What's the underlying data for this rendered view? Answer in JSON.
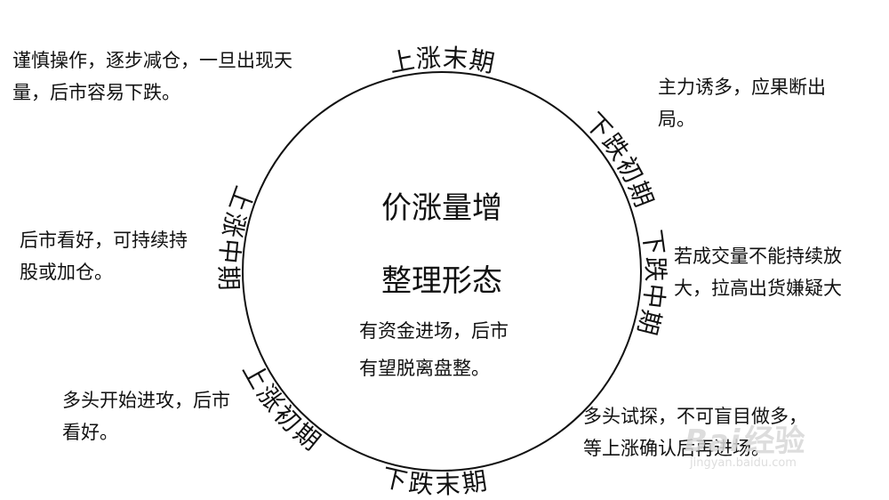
{
  "center": {
    "line1": "价涨量增",
    "line2": "整理形态",
    "desc1": "有资金进场，后市",
    "desc2": "有望脱离盘整。"
  },
  "stages": [
    "上涨末期",
    "下跌初期",
    "下跌中期",
    "下跌末期",
    "上涨初期",
    "上涨中期"
  ],
  "notes": {
    "top_left": [
      "谨慎操作，逐步减仓，一旦出现天",
      "量，后市容易下跌。"
    ],
    "top_right": [
      "主力诱多，应果断出",
      "局。"
    ],
    "mid_right": [
      "若成交量不能持续放",
      "大，拉高出货嫌疑大"
    ],
    "bottom_right": [
      "多头试探，不可盲目做多，",
      "等上涨确认后再进场。"
    ],
    "mid_left": [
      "后市看好，可持续持",
      "股或加仓。"
    ],
    "bottom_left": [
      "多头开始进攻，后市",
      "看好。"
    ]
  },
  "watermark": {
    "logo": "Bai",
    "sub": "经验",
    "url": "jingyan.baidu.com"
  },
  "colors": {
    "line": "#111111",
    "text": "#111111",
    "watermark": "#d8d8d8"
  }
}
